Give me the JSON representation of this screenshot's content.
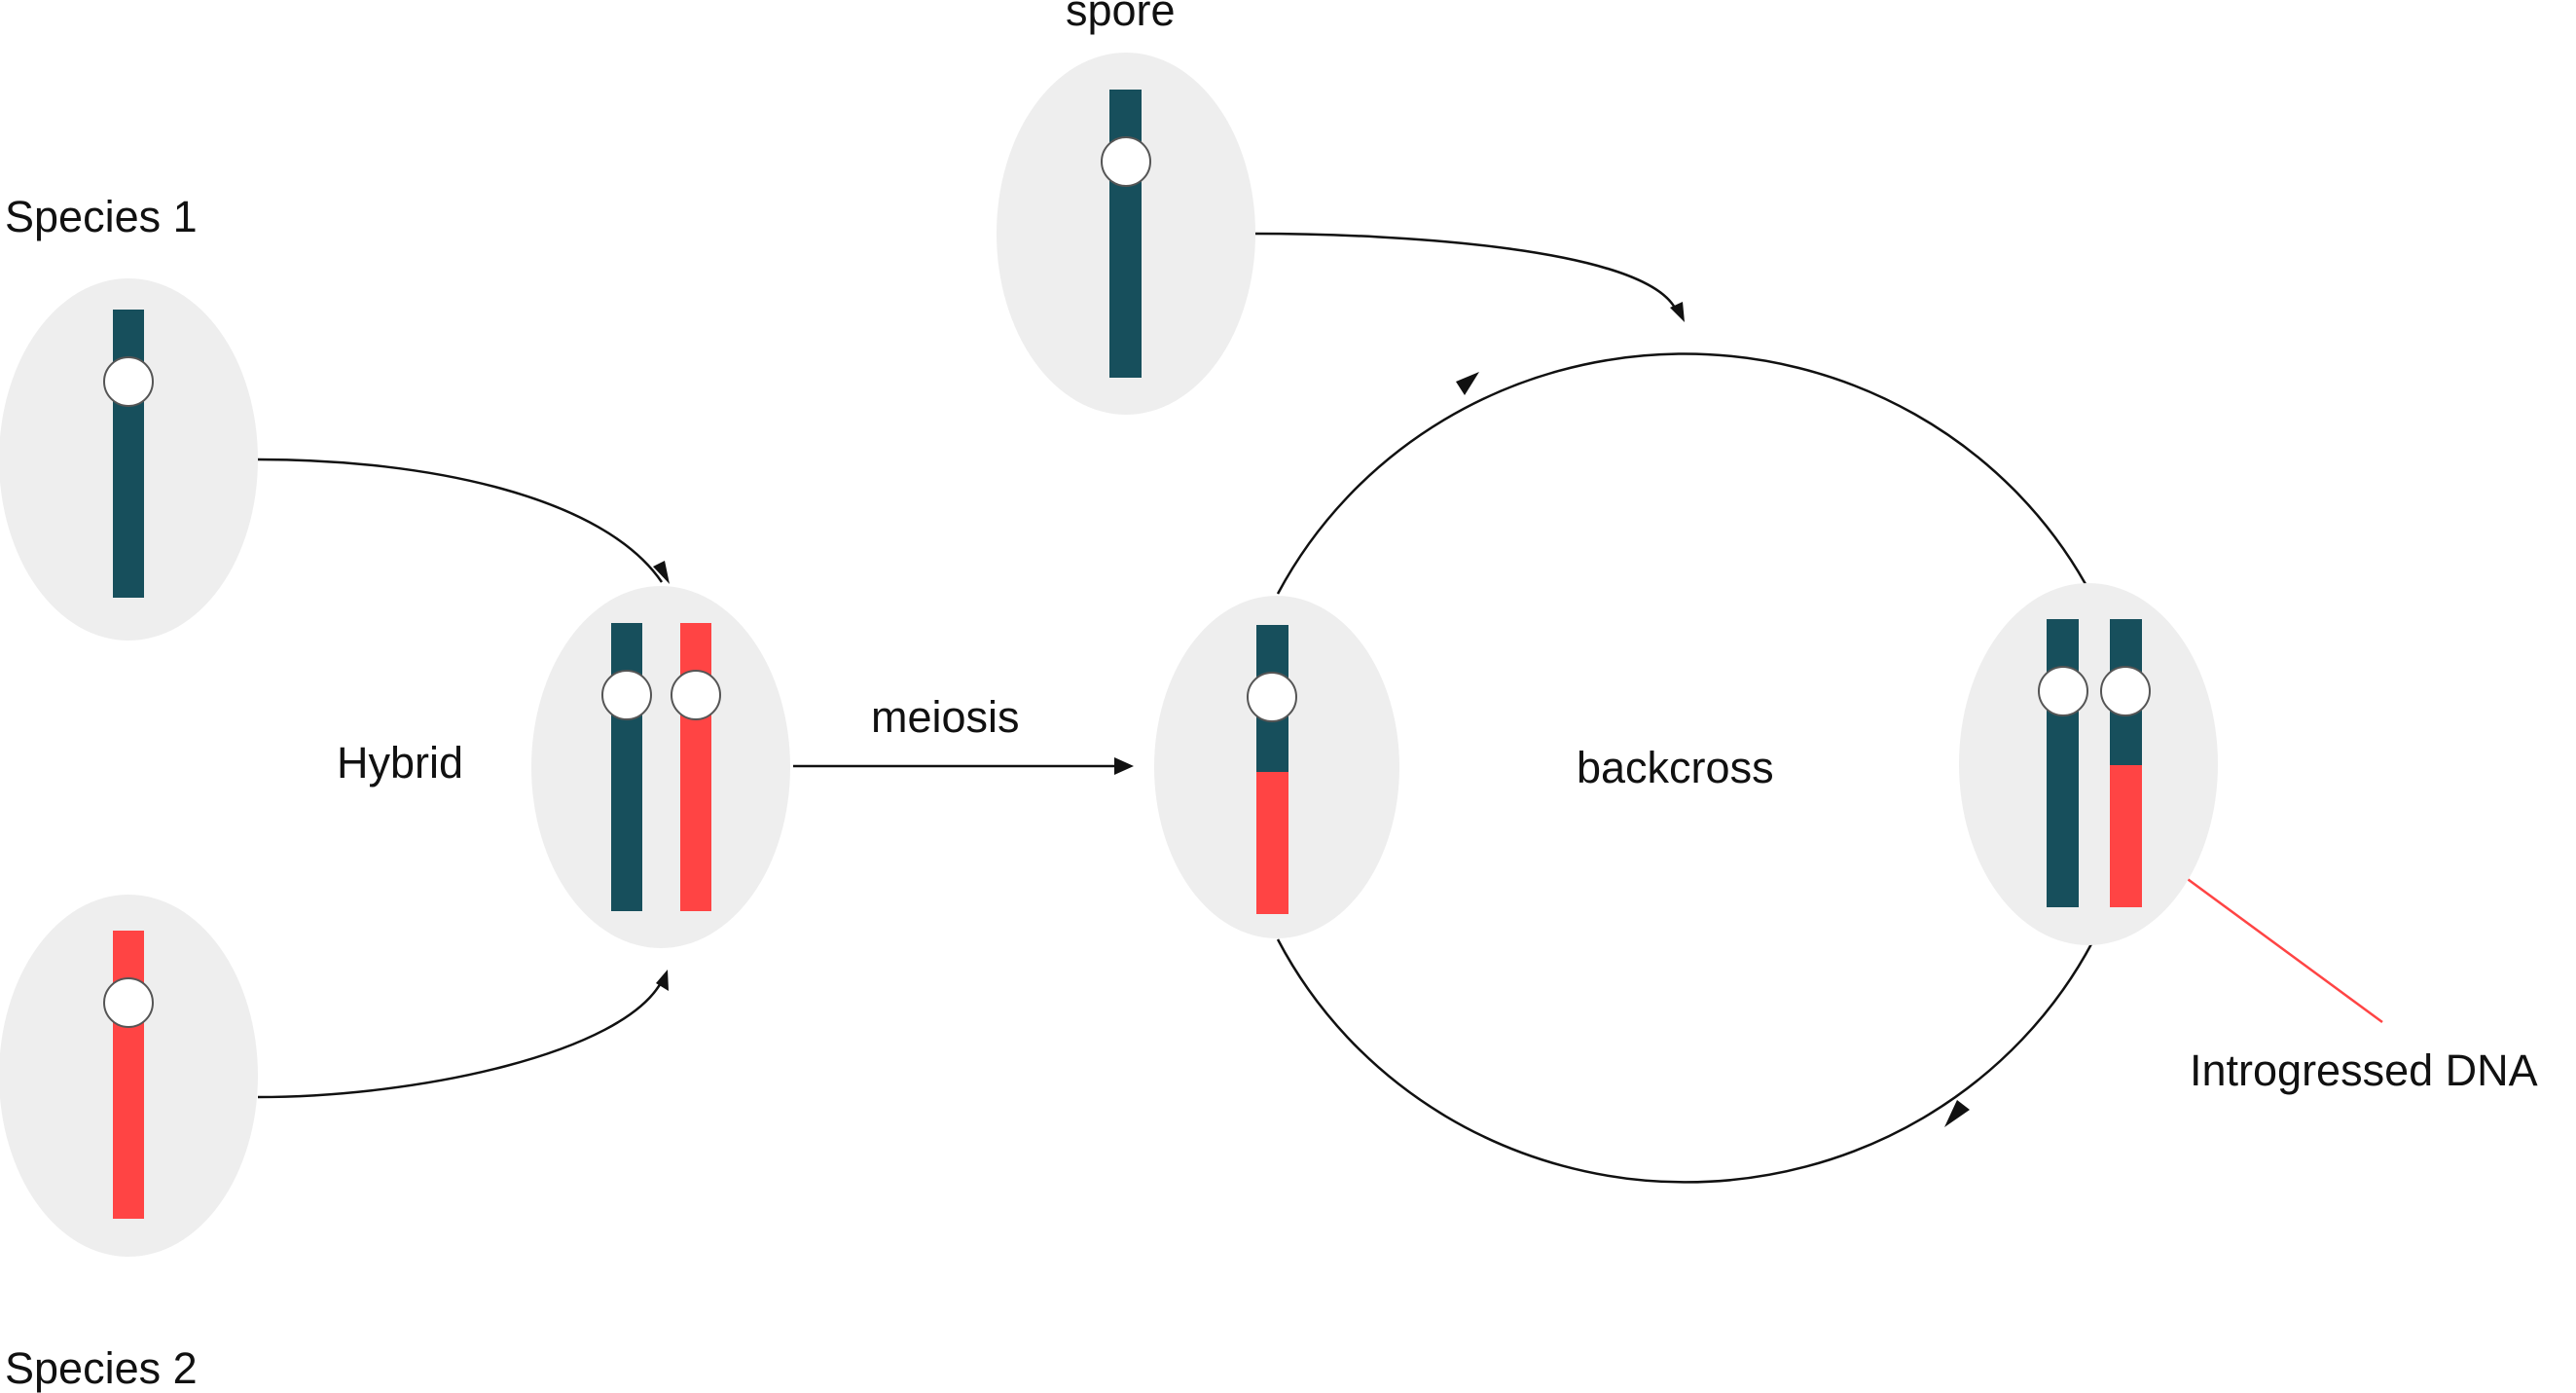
{
  "labels": {
    "species1": "Species 1",
    "species2": "Species 2",
    "hybrid": "Hybrid",
    "meiosis": "meiosis",
    "spore": "spore",
    "backcross": "backcross",
    "introgressed": "Introgressed DNA"
  },
  "colors": {
    "cell": "#eeeeee",
    "species1_dna": "#174f5c",
    "species2_dna": "#ff4444",
    "centromere_fill": "#ffffff",
    "centromere_stroke": "#555555",
    "arrow": "#111111",
    "pointer": "#ff4444"
  }
}
